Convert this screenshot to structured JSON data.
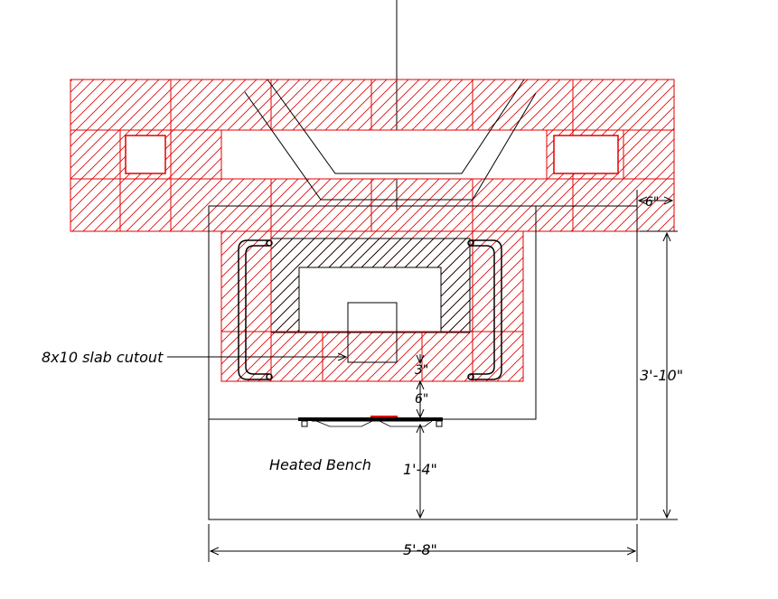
{
  "drawing": {
    "colors": {
      "masonry": "#e00000",
      "line": "#000000",
      "background": "#ffffff"
    },
    "labels": {
      "slab_cutout": "8x10 slab cutout",
      "heated_bench": "Heated Bench"
    },
    "dimensions": {
      "depth_overall": "3'-10\"",
      "width_overall": "5'-8\"",
      "offset_right": "6\"",
      "gap_top": "3\"",
      "gap_mid": "6\"",
      "bench_depth": "1'-4\""
    }
  }
}
